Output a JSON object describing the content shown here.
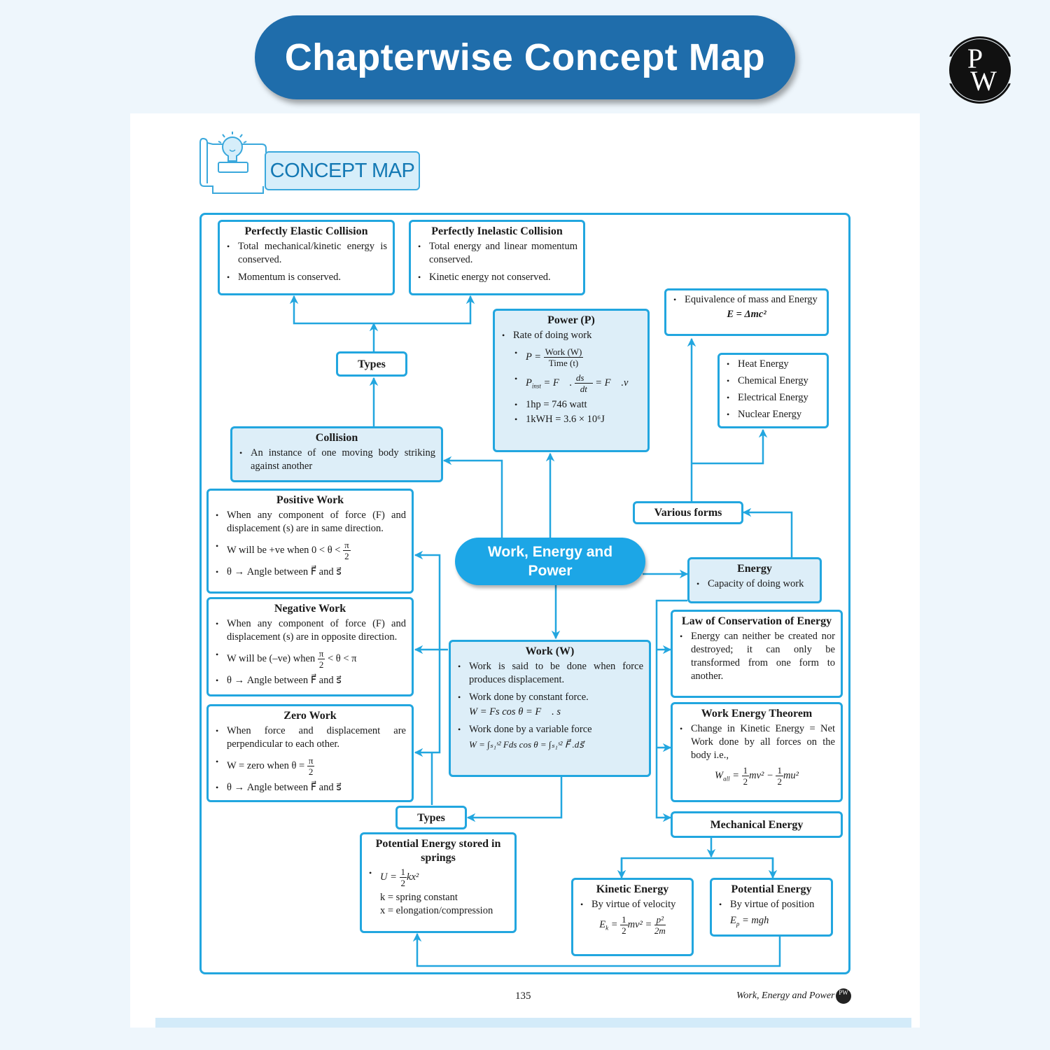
{
  "banner": {
    "title": "Chapterwise Concept Map"
  },
  "logo": {
    "letter_top": "P",
    "letter_bottom": "W"
  },
  "concept_map_header": {
    "label": "CONCEPT MAP",
    "icon": "lightbulb-scroll-icon"
  },
  "central_node": {
    "line1": "Work, Energy and",
    "line2": "Power"
  },
  "nodes": {
    "elastic": {
      "title": "Perfectly Elastic Collision",
      "points": [
        "Total mechanical/kinetic energy is conserved.",
        "Momentum is conserved."
      ]
    },
    "inelastic": {
      "title": "Perfectly Inelastic Collision",
      "points": [
        "Total energy and linear momentum conserved.",
        "Kinetic energy not conserved."
      ]
    },
    "types_collision": {
      "label": "Types"
    },
    "collision": {
      "title": "Collision",
      "points": [
        "An instance of one moving body striking against another"
      ]
    },
    "power": {
      "title": "Power (P)",
      "point": "Rate of doing work",
      "formula1_lhs": "P =",
      "formula1_num": "Work (W)",
      "formula1_den": "Time (t)",
      "formula2": "P_inst = F · ds/dt = F · v",
      "formula2_lhs": "P",
      "formula2_sub": "inst",
      "formula2_mid": "= F⃗ .",
      "formula2_num": "ds⃗",
      "formula2_den": "dt",
      "formula2_rhs": "= F⃗ .v⃗",
      "fact1": "1hp = 746 watt",
      "fact2": "1kWH = 3.6 × 10⁶J"
    },
    "mass_energy": {
      "point": "Equivalence of mass and Energy",
      "formula": "E = Δmc²"
    },
    "energy_forms": {
      "items": [
        "Heat Energy",
        "Chemical Energy",
        "Electrical Energy",
        "Nuclear Energy"
      ]
    },
    "various_forms": {
      "label": "Various forms"
    },
    "positive_work": {
      "title": "Positive Work",
      "p1": "When any component of force (F) and displacement (s) are in same direction.",
      "p2_text": "W will be +ve when 0 < θ <",
      "p2_num": "π",
      "p2_den": "2",
      "p3": "θ → Angle between F⃗ and s⃗"
    },
    "negative_work": {
      "title": "Negative Work",
      "p1": "When any component of force (F) and displacement (s) are in opposite direction.",
      "p2_text": "W will be (–ve) when",
      "p2_num": "π",
      "p2_den": "2",
      "p2_tail": "< θ < π",
      "p3": "θ → Angle between F⃗ and s⃗"
    },
    "zero_work": {
      "title": "Zero Work",
      "p1": "When force and displacement are perpendicular to each other.",
      "p2_text": "W = zero when θ =",
      "p2_num": "π",
      "p2_den": "2",
      "p3": "θ → Angle between F⃗ and s⃗"
    },
    "work": {
      "title": "Work (W)",
      "p1": "Work is said to be done when force produces displacement.",
      "p2": "Work done by constant force.",
      "f2": "W = Fs cos θ = F⃗ . s⃗",
      "p3": "Work done by a variable force",
      "f3": "W = ∫ₛ₁ˢ² Fds cos θ = ∫ₛ₁ˢ² F⃗ .ds⃗"
    },
    "energy": {
      "title": "Energy",
      "points": [
        "Capacity of doing work"
      ]
    },
    "conservation": {
      "title": "Law of Conservation of Energy",
      "points": [
        "Energy can neither be created nor destroyed; it can only be transformed from one form to another."
      ]
    },
    "work_energy_theorem": {
      "title": "Work Energy Theorem",
      "point": "Change in Kinetic Energy = Net Work done by all forces on the body i.e.,",
      "formula": "W_all = ½mv² − ½mu²",
      "f_lhs": "W",
      "f_sub": "all",
      "f_a": "mv² −",
      "f_b": "mu²",
      "f_num": "1",
      "f_den": "2"
    },
    "mechanical": {
      "label": "Mechanical Energy"
    },
    "types_energy": {
      "label": "Types"
    },
    "spring_pe": {
      "title": "Potential Energy stored in springs",
      "f_lhs": "U =",
      "f_num": "1",
      "f_den": "2",
      "f_rhs": "kx²",
      "k_def": "k = spring constant",
      "x_def": "x = elongation/compression"
    },
    "kinetic": {
      "title": "Kinetic Energy",
      "point": "By virtue of velocity",
      "f_lhs": "E",
      "f_sub": "k",
      "f_num1": "1",
      "f_den1": "2",
      "f_mid": "mv² =",
      "f_num2": "p²",
      "f_den2": "2m"
    },
    "potential": {
      "title": "Potential Energy",
      "point": "By virtue of position",
      "f_lhs": "E",
      "f_sub": "p",
      "f_rhs": "= mgh"
    }
  },
  "footer": {
    "page_number": "135",
    "chapter": "Work, Energy and Power",
    "logo": "PW"
  },
  "colors": {
    "banner": "#1f6dab",
    "accent": "#22a6df",
    "central": "#1ca6e6",
    "box_fill": "#ddeef8",
    "page_bg": "#eef6fc"
  }
}
